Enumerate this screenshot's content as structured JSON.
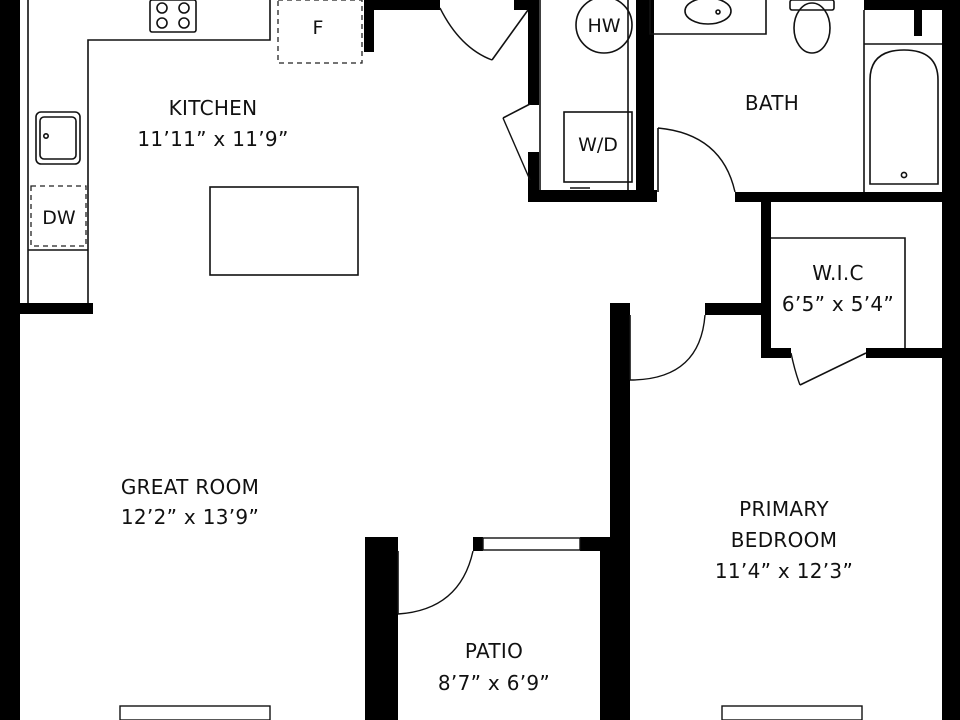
{
  "rooms": {
    "kitchen": {
      "name": "KITCHEN",
      "dims": "11’11” x 11’9”"
    },
    "great_room": {
      "name": "GREAT ROOM",
      "dims": "12’2” x 13’9”"
    },
    "bath": {
      "name": "BATH"
    },
    "wic": {
      "name": "W.I.C",
      "dims": "6’5” x 5’4”"
    },
    "primary_bedroom": {
      "name_line1": "PRIMARY",
      "name_line2": "BEDROOM",
      "dims": "11’4” x 12’3”"
    },
    "patio": {
      "name": "PATIO",
      "dims": "8’7” x 6’9”"
    }
  },
  "fixtures": {
    "fridge": "F",
    "water_heater": "HW",
    "washer_dryer": "W/D",
    "dishwasher": "DW"
  },
  "colors": {
    "wall": "#000000",
    "background": "#ffffff"
  }
}
